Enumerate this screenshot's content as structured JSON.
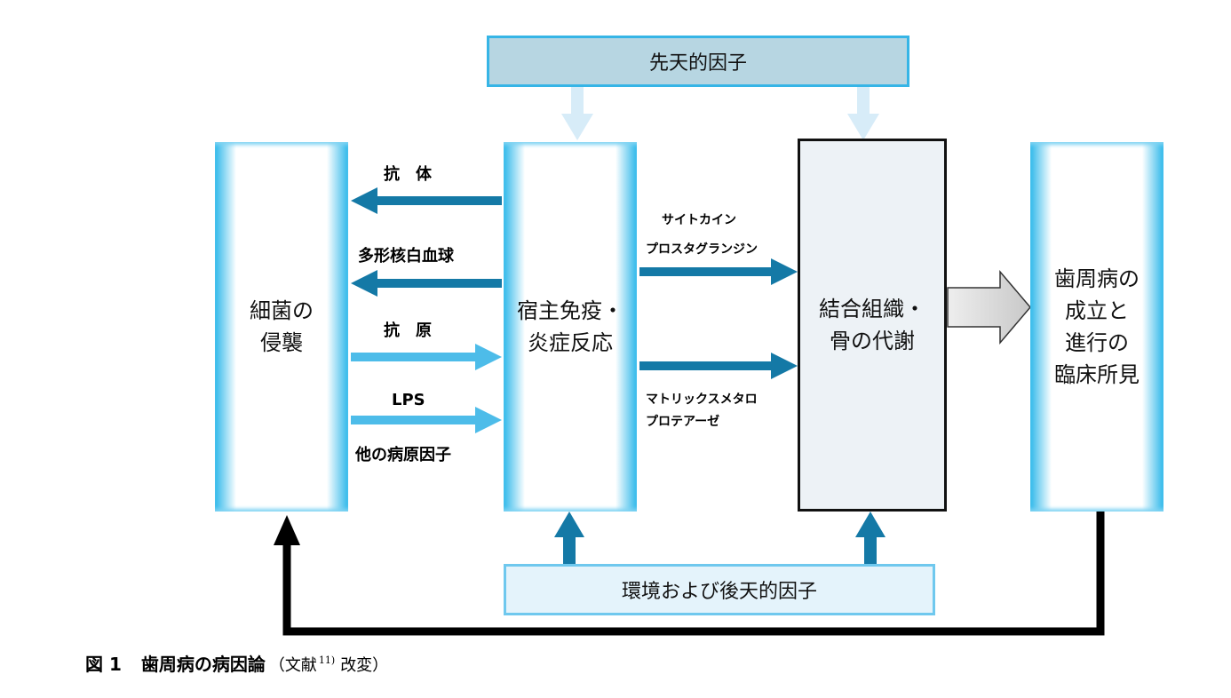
{
  "colors": {
    "dark_arrow": "#1479a6",
    "light_arrow": "#4dbce9",
    "pale_arrow": "#d7ecf8",
    "black_arrow": "#000000",
    "gray_arrow": "#d9d9d9"
  },
  "boxes": {
    "innate": "先天的因子",
    "bacteria": [
      "細菌の",
      "侵襲"
    ],
    "host": [
      "宿主免疫・",
      "炎症反応"
    ],
    "metabolism": [
      "結合組織・",
      "骨の代謝"
    ],
    "clinical": [
      "歯周病の",
      "成立と",
      "進行の",
      "臨床所見"
    ],
    "environment": "環境および後天的因子"
  },
  "labels": {
    "antibody": "抗　体",
    "pmn": "多形核白血球",
    "antigen": "抗　原",
    "lps": "LPS",
    "other_pathogens": "他の病原因子",
    "cytokine": "サイトカイン",
    "prostaglandin": "プロスタグランジン",
    "mmp_1": "マトリックスメタロ",
    "mmp_2": "プロテアーゼ"
  },
  "caption": {
    "number": "図 1",
    "title": "歯周病の病因論",
    "ref_open": "（文献",
    "ref_sup": "11)",
    "ref_close": "改変）"
  }
}
